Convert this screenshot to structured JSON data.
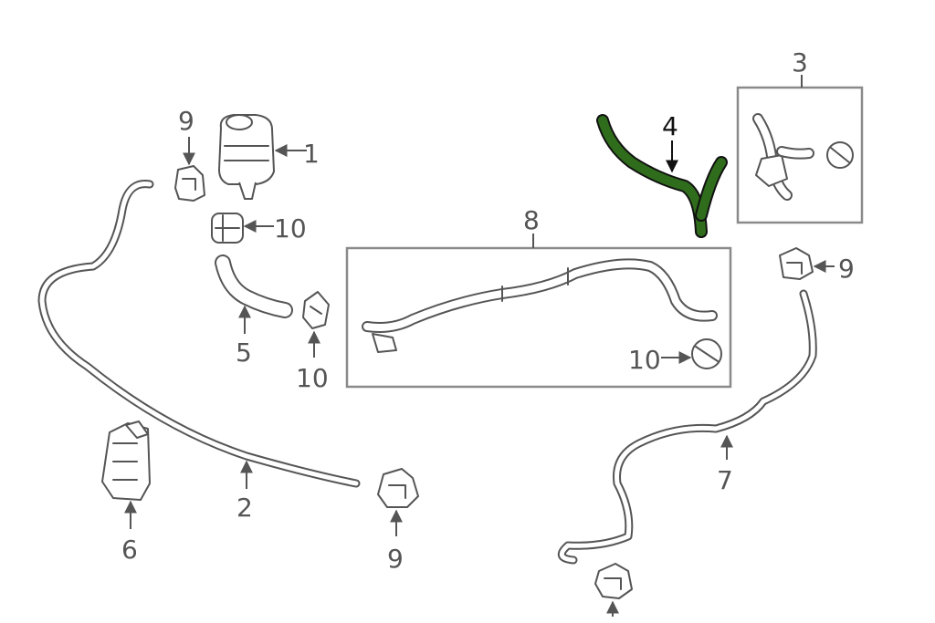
{
  "colors": {
    "line": "#555555",
    "highlight_fill": "#2f6d1c",
    "highlight_stroke": "#111111",
    "box": "#8a8a8a"
  },
  "callouts": {
    "c1": "1",
    "c2": "2",
    "c3": "3",
    "c4": "4",
    "c5": "5",
    "c6": "6",
    "c7": "7",
    "c8": "8",
    "c9a": "9",
    "c9b": "9",
    "c9c": "9",
    "c10a": "10",
    "c10b": "10",
    "c10c": "10"
  }
}
